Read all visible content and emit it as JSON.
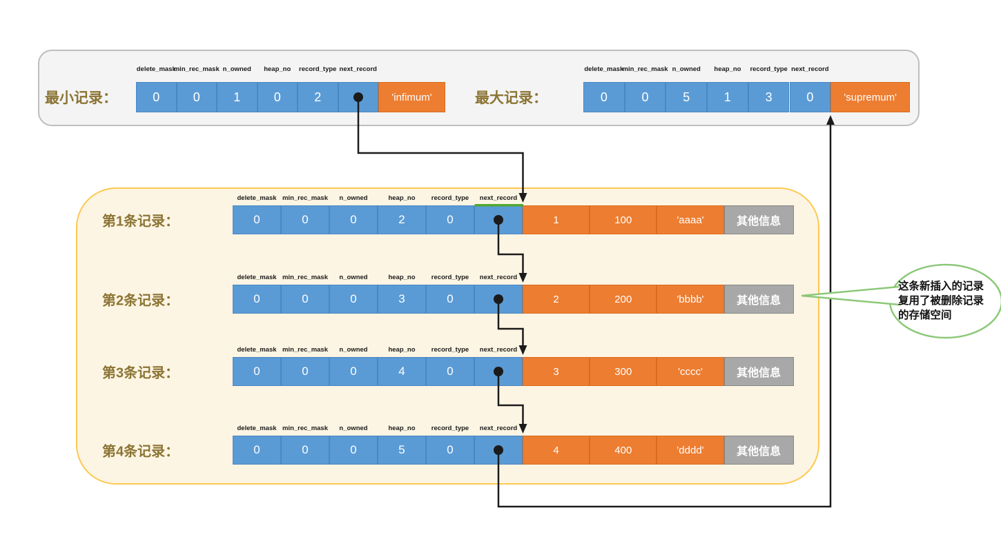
{
  "colors": {
    "page_background": "#ffffff",
    "cell_blue": "#5b9bd5",
    "cell_blue_border": "#4a86c4",
    "cell_orange": "#ed7d31",
    "cell_orange_border": "#d96c1e",
    "cell_gray": "#a8a8a8",
    "cell_gray_border": "#858585",
    "label_text": "#8b7434",
    "top_box_fill": "#f4f4f4",
    "top_box_border": "#bdbdbd",
    "bottom_box_fill": "#fdf5e3",
    "bottom_box_border": "#fdc84f",
    "callout_green": "#8cc878",
    "highlight_green": "#53a733",
    "arrow_black": "#1b1b1b"
  },
  "field_headers": [
    "delete_mask",
    "min_rec_mask",
    "n_owned",
    "heap_no",
    "record_type",
    "next_record"
  ],
  "top_section": {
    "min_record": {
      "label": "最小记录：",
      "fields": [
        "0",
        "0",
        "1",
        "0",
        "2",
        ""
      ],
      "name_cell": "'infimum'"
    },
    "max_record": {
      "label": "最大记录：",
      "fields": [
        "0",
        "0",
        "5",
        "1",
        "3",
        "0"
      ],
      "name_cell": "'supremum'"
    }
  },
  "records_section": {
    "records": [
      {
        "label": "第1条记录：",
        "fields": [
          "0",
          "0",
          "0",
          "2",
          "0",
          ""
        ],
        "data_values": [
          "1",
          "100",
          "'aaaa'"
        ],
        "other_info": "其他信息"
      },
      {
        "label": "第2条记录：",
        "fields": [
          "0",
          "0",
          "0",
          "3",
          "0",
          ""
        ],
        "data_values": [
          "2",
          "200",
          "'bbbb'"
        ],
        "other_info": "其他信息"
      },
      {
        "label": "第3条记录：",
        "fields": [
          "0",
          "0",
          "0",
          "4",
          "0",
          ""
        ],
        "data_values": [
          "3",
          "300",
          "'cccc'"
        ],
        "other_info": "其他信息"
      },
      {
        "label": "第4条记录：",
        "fields": [
          "0",
          "0",
          "0",
          "5",
          "0",
          ""
        ],
        "data_values": [
          "4",
          "400",
          "'dddd'"
        ],
        "other_info": "其他信息"
      }
    ]
  },
  "callout": {
    "lines": [
      "这条新插入的记录",
      "复用了被删除记录",
      "的存储空间"
    ]
  }
}
